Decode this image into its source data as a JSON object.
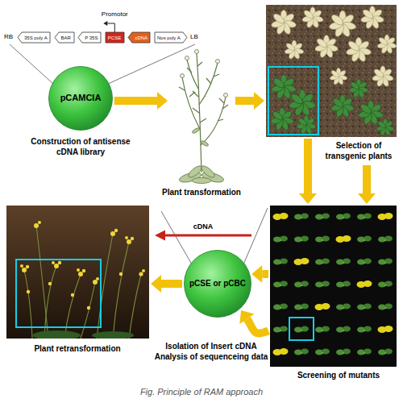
{
  "diagram": {
    "caption": "Fig. Principle of RAM approach",
    "nodes": [
      {
        "text": [
          "35S poly A"
        ]
      },
      {
        "text": [
          "BAR"
        ]
      },
      {
        "text": [
          "P 35S"
        ]
      },
      {
        "text": [
          "PCSE"
        ]
      },
      {
        "text": [
          "cDNA"
        ]
      },
      {
        "text": [
          "Nos poly A"
        ]
      },
      {
        "text": [
          "pCAMCIA",
          "Construction of antisense cDNA library"
        ]
      },
      {
        "text": [
          "Plant transformation"
        ]
      },
      {
        "text": [
          "Selection of transgenic plants"
        ]
      },
      {
        "text": [
          "Screening of mutants"
        ]
      },
      {
        "text": [
          "pCSE or pCBC",
          "Isolation of Insert cDNA",
          "Analysis of sequenceing data"
        ]
      },
      {
        "text": [
          "Plant retransformation"
        ]
      }
    ],
    "edges": [
      {
        "from": 6,
        "to": 7,
        "arrow": "to"
      },
      {
        "from": 7,
        "to": 8,
        "arrow": "to"
      },
      {
        "from": 8,
        "to": 9,
        "arrow": "to"
      },
      {
        "from": 8,
        "to": 9,
        "arrow": "to"
      },
      {
        "from": 9,
        "to": 10,
        "arrow": "to"
      },
      {
        "from": 9,
        "to": 10,
        "arrow": "to"
      },
      {
        "from": 10,
        "to": 11,
        "arrow": "to"
      }
    ],
    "labels": [
      "Promotor",
      "RB",
      "LB",
      "cDNA"
    ]
  }
}
